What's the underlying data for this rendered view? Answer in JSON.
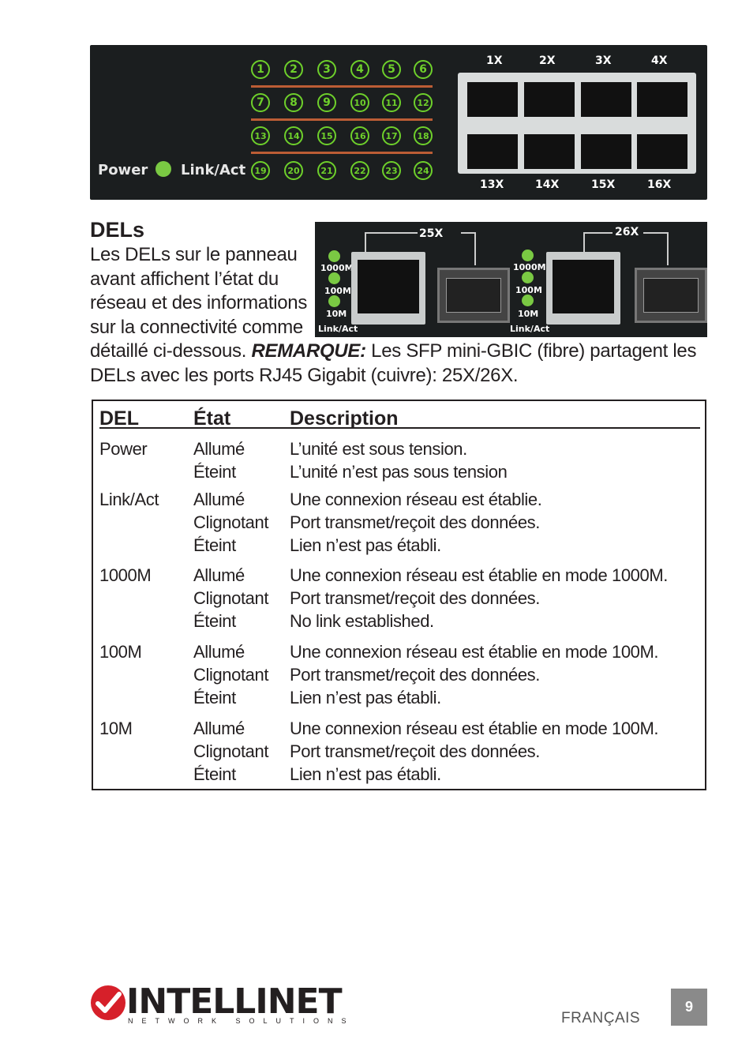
{
  "front_panel": {
    "led_numbers": [
      [
        "1",
        "2",
        "3",
        "4",
        "5",
        "6"
      ],
      [
        "7",
        "8",
        "9",
        "10",
        "11",
        "12"
      ],
      [
        "13",
        "14",
        "15",
        "16",
        "17",
        "18"
      ],
      [
        "19",
        "20",
        "21",
        "22",
        "23",
        "24"
      ]
    ],
    "power_label": "Power",
    "linkact_label": "Link/Act",
    "top_port_labels": [
      "1X",
      "2X",
      "3X",
      "4X"
    ],
    "bottom_port_labels": [
      "13X",
      "14X",
      "15X",
      "16X"
    ]
  },
  "gigabit_panel": {
    "port_a_label": "25X",
    "port_b_label": "26X",
    "led_labels": [
      "1000M",
      "100M",
      "10M",
      "Link/Act"
    ]
  },
  "section": {
    "title": "DELs",
    "intro_lines": [
      "Les DELs sur le panneau",
      "avant affichent l’état du",
      "réseau et des informations",
      "sur la connectivité comme"
    ],
    "intro_cont_pre": "détaillé ci-dessous. ",
    "remark_label": "REMARQUE:",
    "intro_cont_post": " Les SFP mini-GBIC (fibre) partagent les",
    "intro_last": "DELs avec les ports RJ45 Gigabit (cuivre): 25X/26X."
  },
  "table": {
    "headers": [
      "DEL",
      "État",
      "Description"
    ],
    "rows": [
      {
        "del": "Power",
        "states": [
          "Allumé",
          "Éteint"
        ],
        "descriptions": [
          "L’unité est sous tension.",
          "L’unité n’est pas sous tension"
        ]
      },
      {
        "del": "Link/Act",
        "states": [
          "Allumé",
          "Clignotant",
          "Éteint"
        ],
        "descriptions": [
          "Une connexion réseau est établie.",
          "Port transmet/reçoit des données.",
          "Lien n’est pas établi."
        ]
      },
      {
        "del": "1000M",
        "states": [
          "Allumé",
          "Clignotant",
          "Éteint"
        ],
        "descriptions": [
          "Une connexion réseau est établie en mode 1000M.",
          "Port transmet/reçoit des données.",
          "No link established."
        ]
      },
      {
        "del": "100M",
        "states": [
          "Allumé",
          "Clignotant",
          "Éteint"
        ],
        "descriptions": [
          "Une connexion réseau est établie en mode 100M.",
          "Port transmet/reçoit des données.",
          "Lien n’est pas établi."
        ]
      },
      {
        "del": "10M",
        "states": [
          "Allumé",
          "Clignotant",
          "Éteint"
        ],
        "descriptions": [
          "Une connexion réseau est établie en mode 100M.",
          "Port transmet/reçoit des données.",
          "Lien n’est pas établi."
        ]
      }
    ]
  },
  "footer": {
    "brand": "INTELLINET",
    "brand_sub": "NETWORK SOLUTIONS",
    "language": "FRANÇAIS",
    "page_number": "9"
  },
  "colors": {
    "led_green": "#7ac943",
    "panel_bg": "#1b1e1f",
    "logo_red": "#d6202a"
  }
}
